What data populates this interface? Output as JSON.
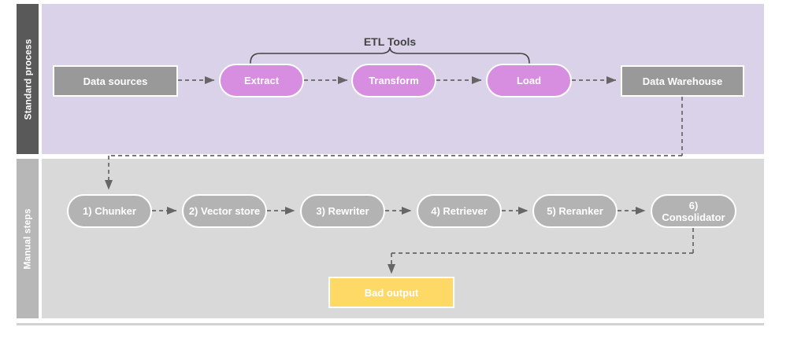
{
  "diagram": {
    "title": "ETL and manual RAG pipeline swimlane diagram",
    "colors": {
      "lane_standard_bg": "#d9d2e9",
      "lane_standard_header": "#595959",
      "lane_manual_bg": "#d9d9d9",
      "lane_manual_header": "#b7b7b7",
      "node_gray": "#999999",
      "node_purple": "#d88ee0",
      "node_gray_light": "#b3b3b3",
      "node_yellow": "#ffd966",
      "edge": "#666666",
      "bracket": "#434343"
    },
    "lanes": [
      {
        "id": "standard",
        "label": "Standard process"
      },
      {
        "id": "manual",
        "label": "Manual steps"
      }
    ],
    "annotations": [
      {
        "id": "etl-tools",
        "label": "ETL Tools"
      }
    ],
    "standard_process": {
      "nodes": [
        {
          "id": "data-sources",
          "label": "Data sources",
          "shape": "rect",
          "color": "gray"
        },
        {
          "id": "extract",
          "label": "Extract",
          "shape": "pill",
          "color": "purple"
        },
        {
          "id": "transform",
          "label": "Transform",
          "shape": "pill",
          "color": "purple"
        },
        {
          "id": "load",
          "label": "Load",
          "shape": "pill",
          "color": "purple"
        },
        {
          "id": "data-warehouse",
          "label": "Data Warehouse",
          "shape": "rect",
          "color": "gray"
        }
      ]
    },
    "manual_steps": {
      "nodes": [
        {
          "id": "chunker",
          "label": "1) Chunker",
          "shape": "pill",
          "color": "gray-light"
        },
        {
          "id": "vector-store",
          "label": "2) Vector store",
          "shape": "pill",
          "color": "gray-light"
        },
        {
          "id": "rewriter",
          "label": "3) Rewriter",
          "shape": "pill",
          "color": "gray-light"
        },
        {
          "id": "retriever",
          "label": "4) Retriever",
          "shape": "pill",
          "color": "gray-light"
        },
        {
          "id": "reranker",
          "label": "5) Reranker",
          "shape": "pill",
          "color": "gray-light"
        },
        {
          "id": "consolidator",
          "label": "6) Consolidator",
          "shape": "pill",
          "color": "gray-light"
        }
      ],
      "output": {
        "id": "bad-output",
        "label": "Bad output",
        "shape": "rect",
        "color": "yellow"
      }
    }
  }
}
